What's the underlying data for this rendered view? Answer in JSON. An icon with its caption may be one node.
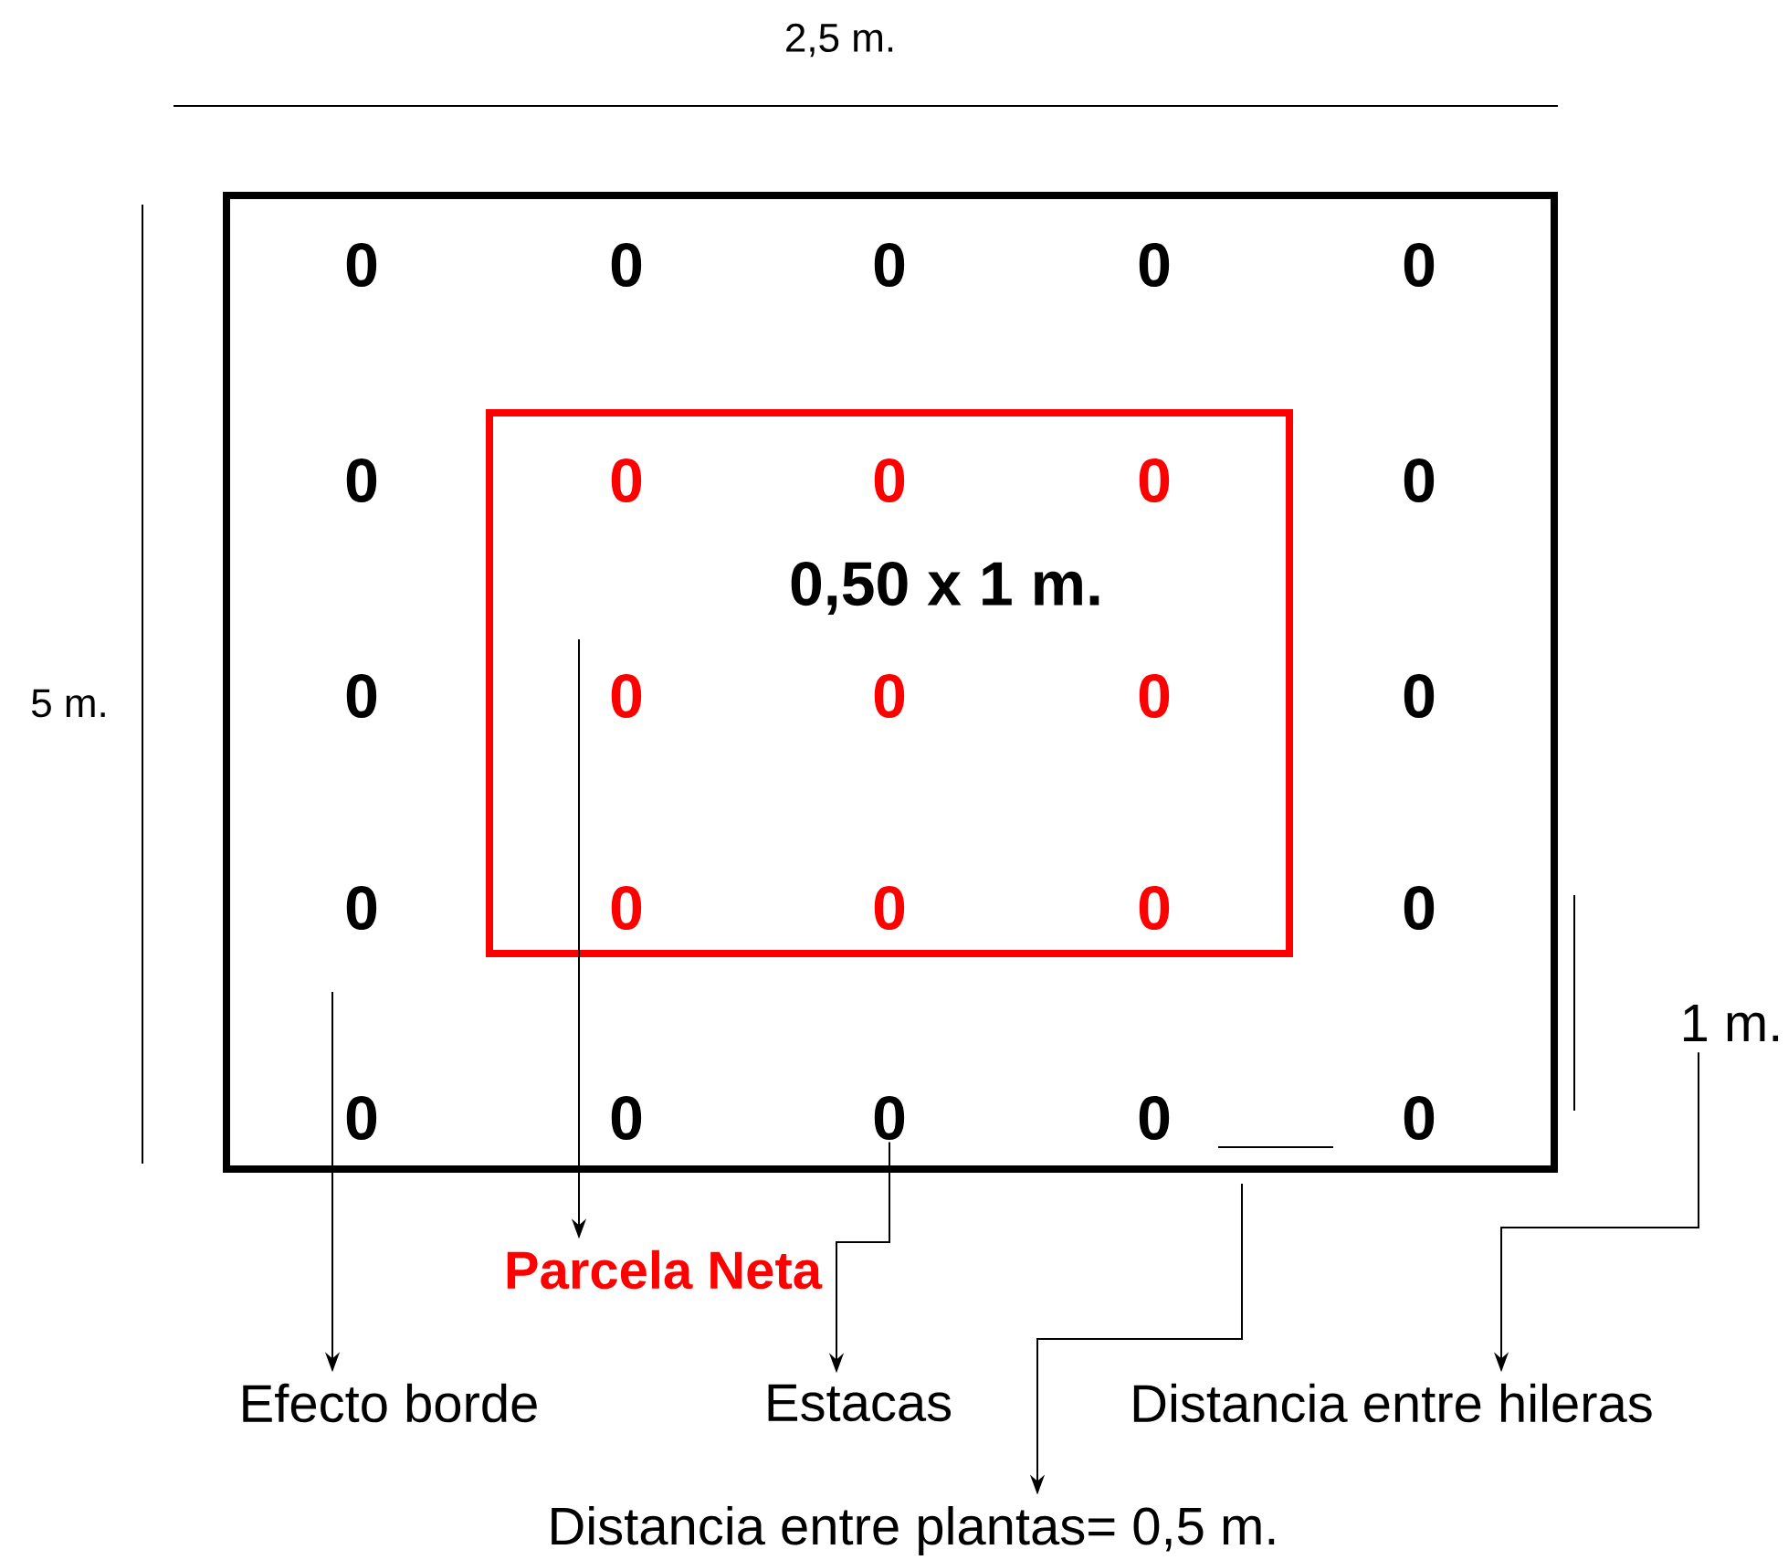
{
  "diagram": {
    "nodes": [
      {
        "text": [],
        "shape": "box"
      },
      {
        "text": [],
        "shape": "box",
        "in": 0
      },
      {
        "text": [
          "0"
        ],
        "in": 0
      },
      {
        "text": [
          "1 m."
        ]
      },
      {
        "text": [
          "Parcela Neta"
        ]
      },
      {
        "text": [
          "Efecto borde"
        ]
      },
      {
        "text": [
          "Estacas"
        ]
      },
      {
        "text": [
          "Distancia entre hileras"
        ]
      },
      {
        "text": [
          "Distancia entre plantas= 0,5 m."
        ]
      }
    ],
    "edges": [
      {
        "from": 0,
        "to": 5,
        "arrow": "to"
      },
      {
        "from": 1,
        "to": 4,
        "arrow": "to"
      },
      {
        "from": 2,
        "to": 6,
        "arrow": "to"
      },
      {
        "from": 0,
        "to": 8,
        "arrow": "to"
      },
      {
        "from": 3,
        "to": 7,
        "arrow": "to"
      }
    ],
    "labels": [
      "2,5 m.",
      "5 m.",
      "0",
      "0",
      "0",
      "0",
      "0",
      "0",
      "0",
      "0",
      "0",
      "0",
      "0",
      "0",
      "0",
      "0",
      "0",
      "0",
      "0",
      "0",
      "0",
      "0",
      "0",
      "0",
      "0",
      "0",
      "0,50 x 1 m."
    ]
  }
}
